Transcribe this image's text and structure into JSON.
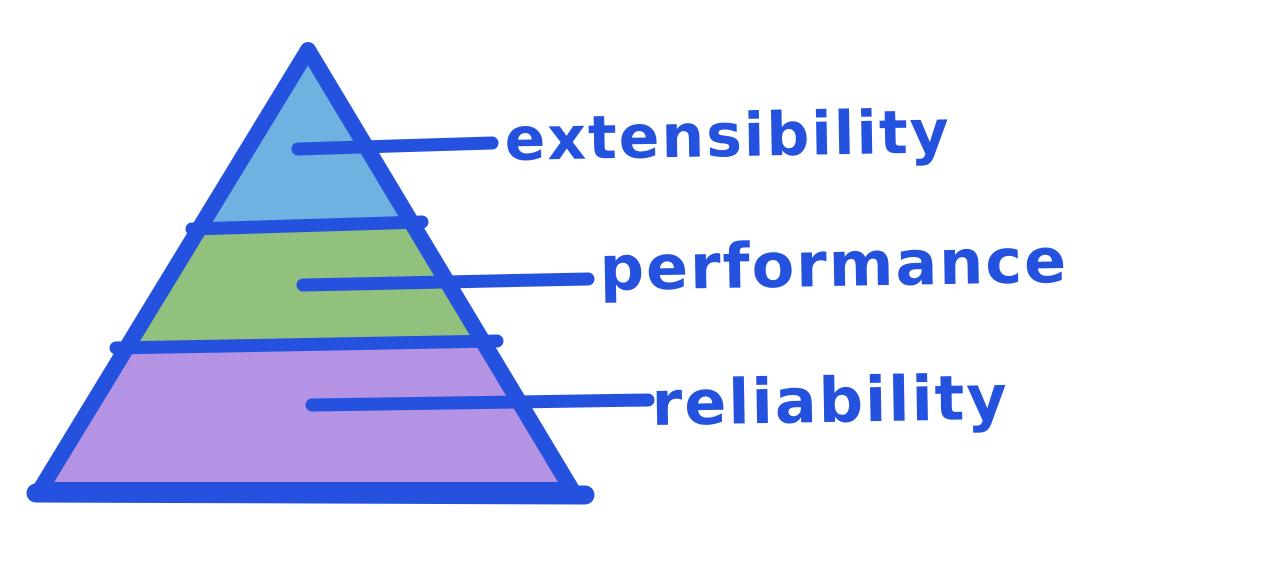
{
  "diagram": {
    "type": "pyramid",
    "ink_color": "#2452de",
    "background_color": "#ffffff",
    "layers": [
      {
        "label": "extensibility",
        "color": "#6fb1e0",
        "position": "top"
      },
      {
        "label": "performance",
        "color": "#92c17e",
        "position": "middle"
      },
      {
        "label": "reliability",
        "color": "#b492e4",
        "position": "bottom"
      }
    ]
  }
}
